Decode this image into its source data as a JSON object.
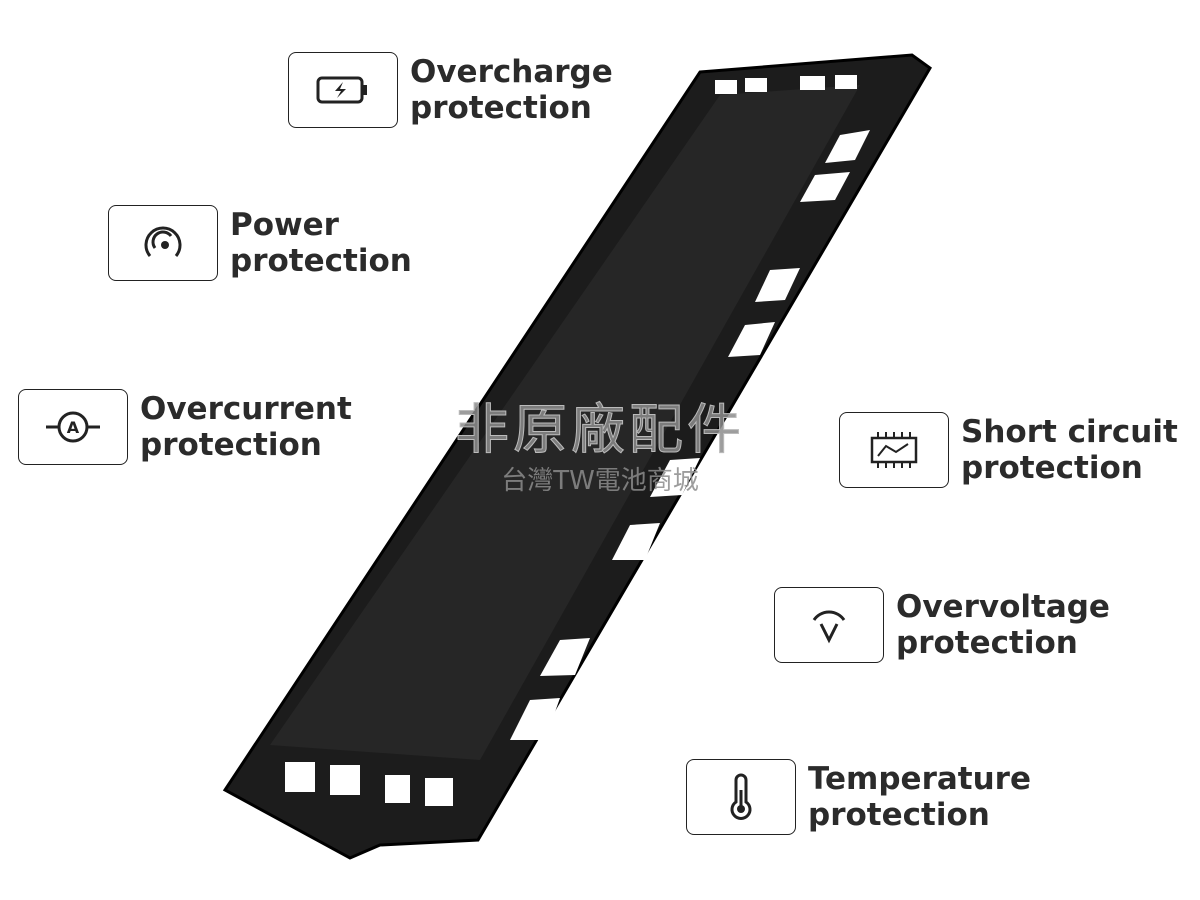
{
  "features": [
    {
      "icon": "battery-charge-icon",
      "line1": "Overcharge",
      "line2": "protection"
    },
    {
      "icon": "power-gauge-icon",
      "line1": "Power",
      "line2": "protection"
    },
    {
      "icon": "ammeter-icon",
      "line1": "Overcurrent",
      "line2": "protection"
    },
    {
      "icon": "circuit-board-icon",
      "line1": "Short circuit",
      "line2": "protection"
    },
    {
      "icon": "voltage-gauge-icon",
      "line1": "Overvoltage",
      "line2": "protection"
    },
    {
      "icon": "thermometer-icon",
      "line1": "Temperature",
      "line2": "protection"
    }
  ],
  "watermark": {
    "line1": "非原廠配件",
    "line2": "台灣TW電池商城"
  }
}
